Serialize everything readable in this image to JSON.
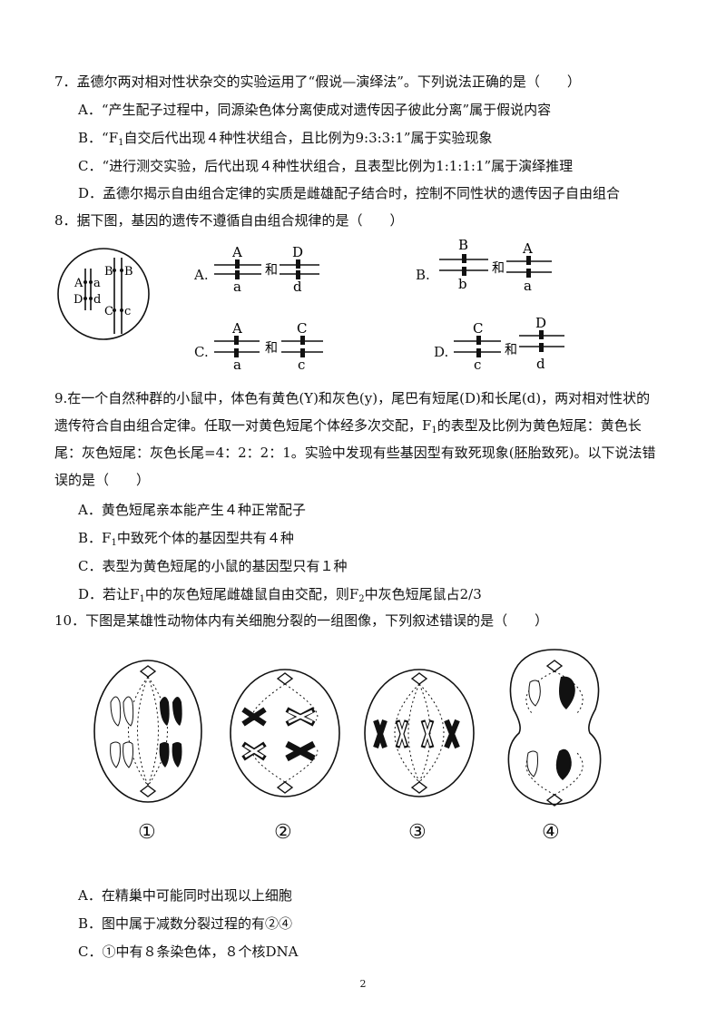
{
  "q7": {
    "stem": "7．孟德尔两对相对性状杂交的实验运用了“假说—演绎法”。下列说法正确的是（　　）",
    "a": "A．“产生配子过程中，同源染色体分离使成对遗传因子彼此分离”属于假说内容",
    "b_pre": "B．“F",
    "b_sub": "1",
    "b_post": "自交后代出现４种性状组合，且比例为9:3:3:1”属于实验现象",
    "c": "C．“进行测交实验，后代出现４种性状组合，且表型比例为1:1:1:1”属于演绎推理",
    "d": "D．孟德尔揭示自由组合定律的实质是雌雄配子结合时，控制不同性状的遗传因子自由组合"
  },
  "q8": {
    "stem": "8．据下图，基因的遗传不遵循自由组合规律的是（　　）",
    "cell_genes": [
      "A",
      "a",
      "D",
      "d",
      "B",
      "B",
      "C",
      "c"
    ],
    "opt_a": "A.",
    "opt_b": "B.",
    "opt_c": "C.",
    "opt_d": "D.",
    "and": "和",
    "pairs": {
      "a": [
        [
          "A",
          "a"
        ],
        [
          "D",
          "d"
        ]
      ],
      "b": [
        [
          "B",
          "b"
        ],
        [
          "A",
          "a"
        ]
      ],
      "c": [
        [
          "A",
          "a"
        ],
        [
          "C",
          "c"
        ]
      ],
      "d": [
        [
          "C",
          "c"
        ],
        [
          "D",
          "d"
        ]
      ]
    }
  },
  "q9": {
    "l1": "9.在一个自然种群的小鼠中，体色有黄色(Y)和灰色(y)，尾巴有短尾(D)和长尾(d)，两对相对性状的",
    "l2_pre": "遗传符合自由组合定律。任取一对黄色短尾个体经多次交配，F",
    "l2_sub": "1",
    "l2_post": "的表型及比例为黄色短尾：黄色长",
    "l3": "尾：灰色短尾：灰色长尾=4：2：2：1。实验中发现有些基因型有致死现象(胚胎致死)。以下说法错",
    "l4": "误的是（　　）",
    "a": "A．黄色短尾亲本能产生４种正常配子",
    "b_pre": "B．F",
    "b_sub": "1",
    "b_post": "中致死个体的基因型共有４种",
    "c": "C．表型为黄色短尾的小鼠的基因型只有１种",
    "d_pre": "D．若让F",
    "d_sub": "1",
    "d_mid": "中的灰色短尾雌雄鼠自由交配，则F",
    "d_sub2": "2",
    "d_post": "中灰色短尾鼠占2/3"
  },
  "q10": {
    "stem": "10．下图是某雄性动物体内有关细胞分裂的一组图像，下列叙述错误的是（　　）",
    "labels": [
      "①",
      "②",
      "③",
      "④"
    ],
    "a": "A．在精巢中可能同时出现以上细胞",
    "b": "B．图中属于减数分裂过程的有②④",
    "c": "C．①中有８条染色体，８个核DNA"
  },
  "page_number": "2"
}
